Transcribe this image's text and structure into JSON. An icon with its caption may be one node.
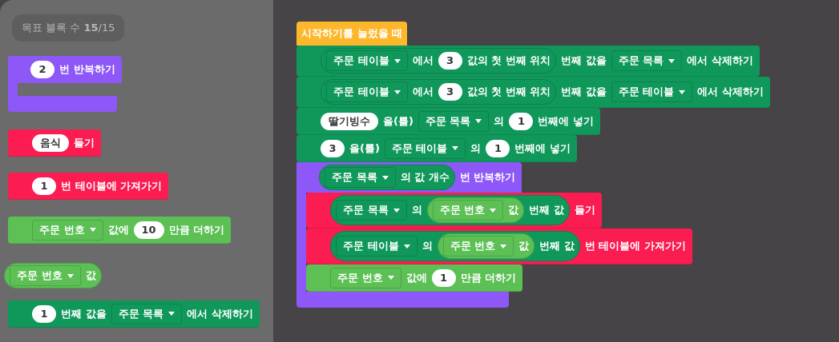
{
  "diagram": {
    "nodes": [
      {
        "text": [
          "목표 블록 수 **15**/15"
        ]
      },
      {
        "text": [
          "번 반복하기"
        ]
      },
      {
        "text": [
          "2"
        ],
        "in": 1
      },
      {
        "text": [
          "들기"
        ]
      },
      {
        "text": [
          "음식"
        ],
        "in": 3
      },
      {
        "text": [
          "번 테이블에 가져가기"
        ]
      },
      {
        "text": [
          "1"
        ],
        "in": 5
      },
      {
        "text": [
          "값에",
          "만큼 더하기"
        ]
      },
      {
        "text": [
          "주문 번호"
        ],
        "in": 7
      },
      {
        "text": [
          "10"
        ],
        "in": 7
      },
      {
        "text": [
          "값"
        ]
      },
      {
        "text": [
          "주문 번호"
        ],
        "in": 10
      },
      {
        "text": [
          "번째 값을",
          "에서 삭제하기"
        ]
      },
      {
        "text": [
          "1"
        ],
        "in": 12
      },
      {
        "text": [
          "주문 목록"
        ],
        "in": 12
      },
      {
        "text": [
          "시작하기를 눌렀을 때"
        ]
      },
      {
        "text": [
          "번째 값을",
          "에서 삭제하기"
        ]
      },
      {
        "text": [
          "에서",
          "값의 첫 번째 위치"
        ],
        "in": 16
      },
      {
        "text": [
          "주문 테이블"
        ],
        "in": 17
      },
      {
        "text": [
          "3"
        ],
        "in": 17
      },
      {
        "text": [
          "주문 목록"
        ],
        "in": 16
      },
      {
        "text": [
          "번째 값을",
          "에서 삭제하기"
        ]
      },
      {
        "text": [
          "에서",
          "값의 첫 번째 위치"
        ],
        "in": 21
      },
      {
        "text": [
          "주문 테이블"
        ],
        "in": 22
      },
      {
        "text": [
          "3"
        ],
        "in": 22
      },
      {
        "text": [
          "주문 테이블"
        ],
        "in": 21
      },
      {
        "text": [
          "을(를)",
          "의",
          "번째에 넣기"
        ]
      },
      {
        "text": [
          "딸기빙수"
        ],
        "in": 26
      },
      {
        "text": [
          "주문 목록"
        ],
        "in": 26
      },
      {
        "text": [
          "1"
        ],
        "in": 26
      },
      {
        "text": [
          "을(를)",
          "의",
          "번째에 넣기"
        ]
      },
      {
        "text": [
          "3"
        ],
        "in": 30
      },
      {
        "text": [
          "주문 테이블"
        ],
        "in": 30
      },
      {
        "text": [
          "1"
        ],
        "in": 30
      },
      {
        "text": [
          "번 반복하기"
        ]
      },
      {
        "text": [
          "의 값 개수"
        ],
        "in": 34
      },
      {
        "text": [
          "주문 목록"
        ],
        "in": 35
      },
      {
        "text": [
          "들기"
        ]
      },
      {
        "text": [
          "의",
          "번째 값"
        ],
        "in": 37
      },
      {
        "text": [
          "주문 목록"
        ],
        "in": 38
      },
      {
        "text": [
          "값"
        ],
        "in": 38
      },
      {
        "text": [
          "주문 번호"
        ],
        "in": 40
      },
      {
        "text": [
          "번 테이블에 가져가기"
        ]
      },
      {
        "text": [
          "의",
          "번째 값"
        ],
        "in": 42
      },
      {
        "text": [
          "주문 테이블"
        ]
      },
      {
        "text": [
          "값"
        ],
        "in": 43
      },
      {
        "text": [
          "주문 번호"
        ],
        "in": 45
      },
      {
        "text": [
          "값에",
          "만큼 더하기"
        ],
        "in": 34
      },
      {
        "text": [
          "주문 번호"
        ],
        "in": 47
      },
      {
        "text": [
          "1"
        ],
        "in": 47
      }
    ]
  }
}
